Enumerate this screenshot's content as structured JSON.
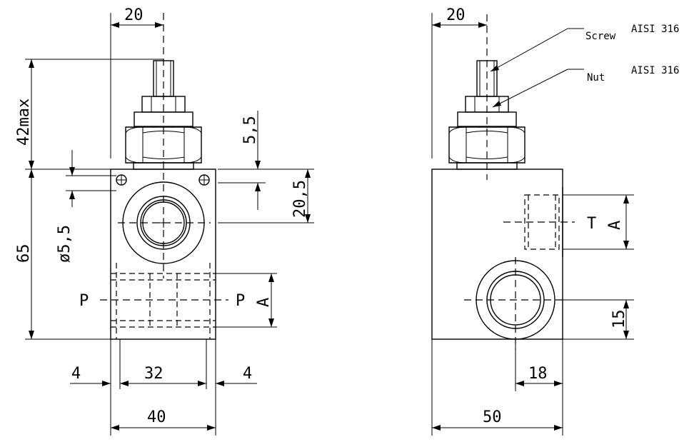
{
  "front_view": {
    "dim_top_width": "20",
    "dim_stem_height": "42max",
    "dim_hole_offset": "5,5",
    "dim_port_offset": "20,5",
    "dim_hole_diameter": "ø5,5",
    "dim_body_height": "65",
    "port_left": "P",
    "port_right": "P",
    "port_a": "A",
    "dim_left_margin": "4",
    "dim_center": "32",
    "dim_right_margin": "4",
    "dim_body_width": "40"
  },
  "side_view": {
    "dim_top_width": "20",
    "callout_screw": "Screw",
    "callout_screw_material": "AISI 316",
    "callout_nut": "Nut",
    "callout_nut_material": "AISI 316",
    "port_t": "T",
    "port_a": "A",
    "dim_port_height": "15",
    "dim_port_offset": "18",
    "dim_body_width": "50"
  }
}
